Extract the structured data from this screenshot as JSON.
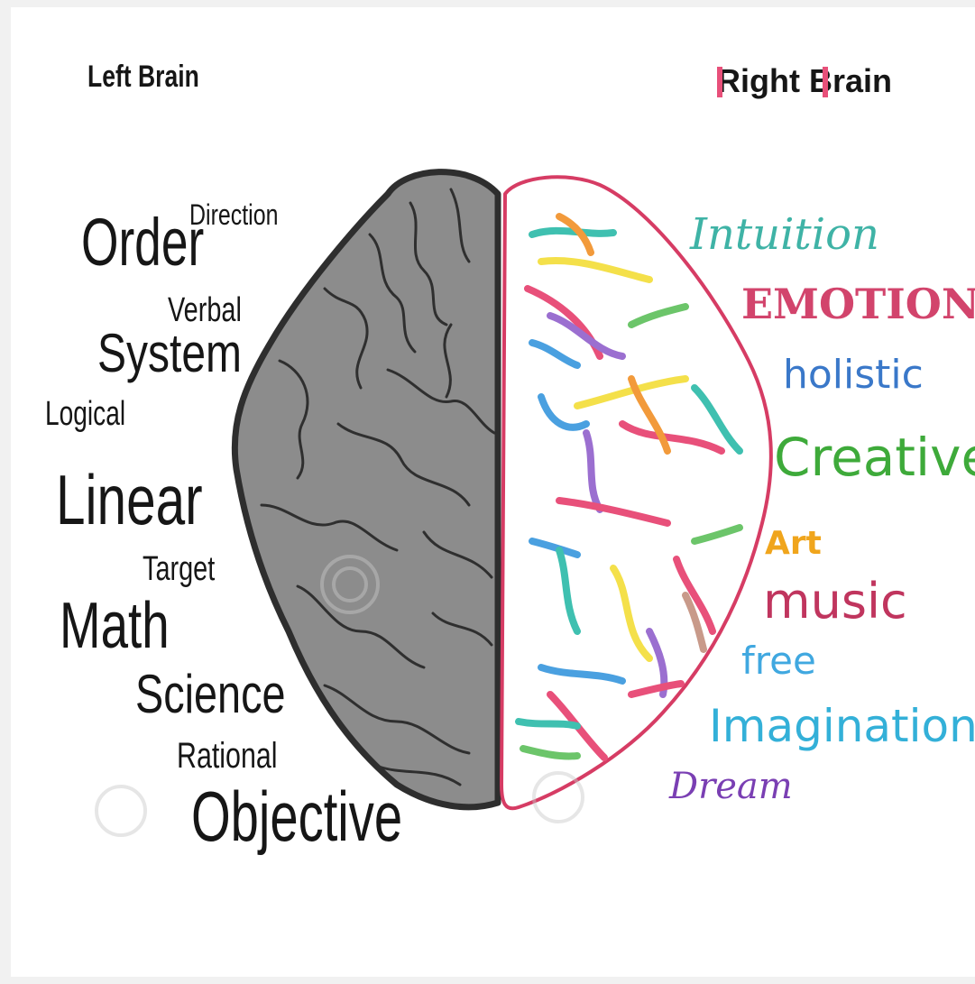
{
  "headings": {
    "left": "Left Brain",
    "right": "Right Brain"
  },
  "left_words": [
    "Direction",
    "Order",
    "Verbal",
    "System",
    "Logical",
    "Linear",
    "Target",
    "Math",
    "Science",
    "Rational",
    "Objective"
  ],
  "right_words": [
    "Intuition",
    "EMOTION",
    "holistic",
    "Creative",
    "Art",
    "music",
    "free",
    "Imagination",
    "Dream"
  ],
  "colors": {
    "left_text": "#161616",
    "left_hemisphere_fill": "#8c8c8c",
    "right_hemisphere_outline": "#d63c64",
    "right_heading_accent": "#e8507a",
    "intuition": "#3fb3a6",
    "emotion": "#d2446c",
    "holistic": "#3a78c9",
    "creative": "#3eaa3a",
    "art": "#f0a51c",
    "music": "#c0355e",
    "free": "#40a8e0",
    "imagination": "#33b0d8",
    "dream": "#7a3fb3"
  },
  "stroke_colors": [
    "#f4e04a",
    "#e8507a",
    "#3fc0b0",
    "#9b6fd0",
    "#4aa0e0",
    "#f29a3b",
    "#6cc56a",
    "#c89a8a"
  ]
}
